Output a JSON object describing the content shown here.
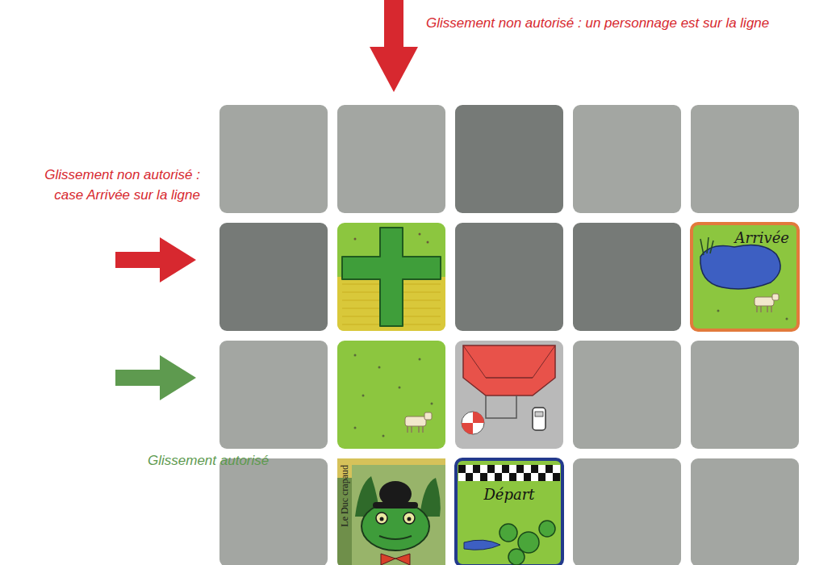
{
  "diagram": {
    "nodes": [
      {
        "text": [
          "Arrivée"
        ]
      },
      {
        "text": [
          "Le Duc crapaud"
        ]
      },
      {
        "text": [
          "Départ"
        ]
      }
    ],
    "labels": [
      "Glissement non autorisé : un personnage est sur la ligne",
      "Glissement non autorisé : case Arrivée sur la ligne",
      "Glissement autorisé"
    ]
  }
}
